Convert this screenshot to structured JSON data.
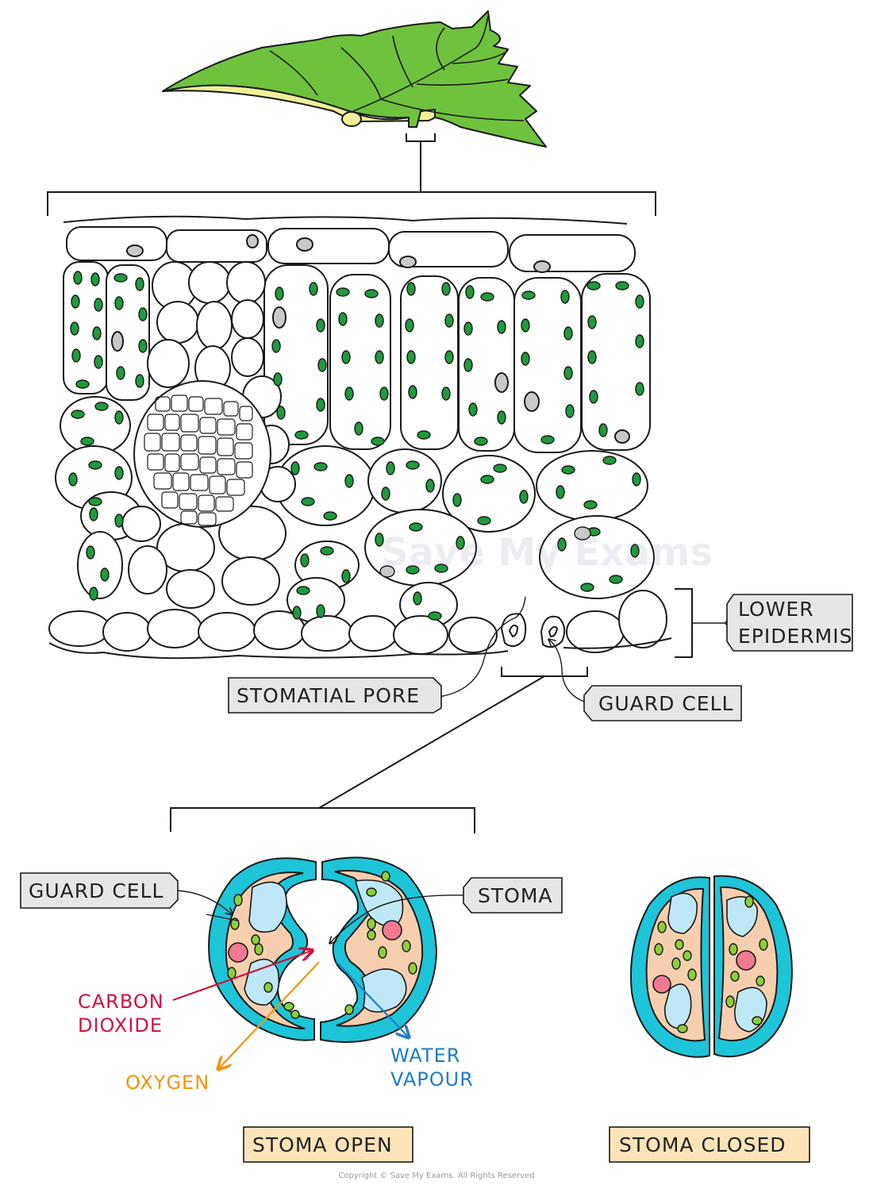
{
  "labels": {
    "lower_epidermis_line1": "LOWER",
    "lower_epidermis_line2": "EPIDERMIS",
    "stomatial_pore": "STOMATIAL PORE",
    "guard_cell_top": "GUARD CELL",
    "guard_cell_bottom": "GUARD CELL",
    "stoma": "STOMA",
    "carbon_dioxide_line1": "CARBON",
    "carbon_dioxide_line2": "DIOXIDE",
    "oxygen": "OXYGEN",
    "water_vapour_line1": "WATER",
    "water_vapour_line2": "VAPOUR",
    "stoma_open": "STOMA OPEN",
    "stoma_closed": "STOMA CLOSED"
  },
  "watermark": "Save My Exams",
  "copyright": "Copyright © Save My Exams. All Rights Reserved",
  "colors": {
    "leaf_green": "#6ec23d",
    "leaf_cut_yellow": "#eef09a",
    "chloroplast": "#1f9a3c",
    "nucleus_grey": "#c9c9c9",
    "guard_wall_cyan": "#1ec4d8",
    "guard_cytoplasm": "#f8cfae",
    "vacuole": "#bfe8f7",
    "guard_chloroplast": "#8ccf3c",
    "guard_nucleus": "#f07a93",
    "label_box_grey": "#e6e6e6",
    "label_box_tan": "#fde4b8",
    "carbon_dioxide": "#d0133f",
    "oxygen": "#f5930b",
    "water_vapour": "#1f7cc9"
  }
}
